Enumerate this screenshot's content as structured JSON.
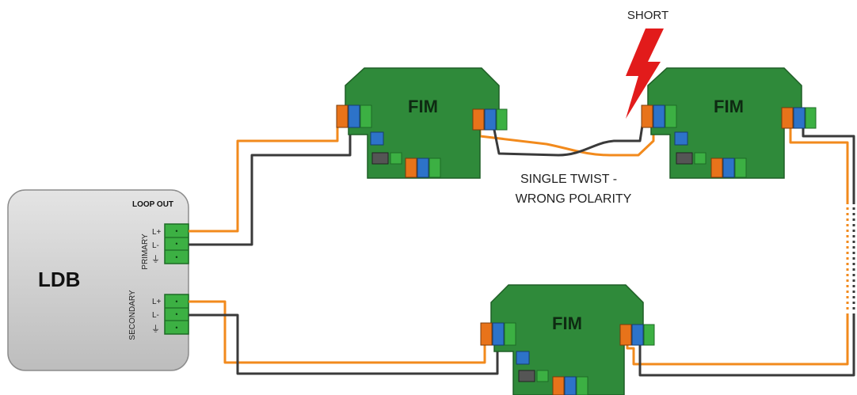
{
  "ldb": {
    "title": "LDB",
    "loop_out_label": "LOOP OUT",
    "primary_label": "PRIMARY",
    "secondary_label": "SECONDARY",
    "term_plus": "L+",
    "term_minus": "L-",
    "term_ground": "⏚",
    "terminal_pin_mark": "•"
  },
  "fims": [
    {
      "label": "FIM"
    },
    {
      "label": "FIM"
    },
    {
      "label": "FIM"
    }
  ],
  "annotations": {
    "short": "SHORT",
    "twist_line1": "SINGLE TWIST -",
    "twist_line2": "WRONG POLARITY"
  },
  "colors": {
    "pcb_green": "#2f8a3a",
    "pcb_dark": "#1f5e26",
    "wire_orange": "#f28a1c",
    "wire_black": "#3a3a3a",
    "lightning_red": "#e21b1b",
    "terminal_orange": "#e8731a",
    "terminal_blue": "#2d73c9",
    "terminal_green": "#3cb043",
    "ldb_fill": "#cfcfcf"
  }
}
